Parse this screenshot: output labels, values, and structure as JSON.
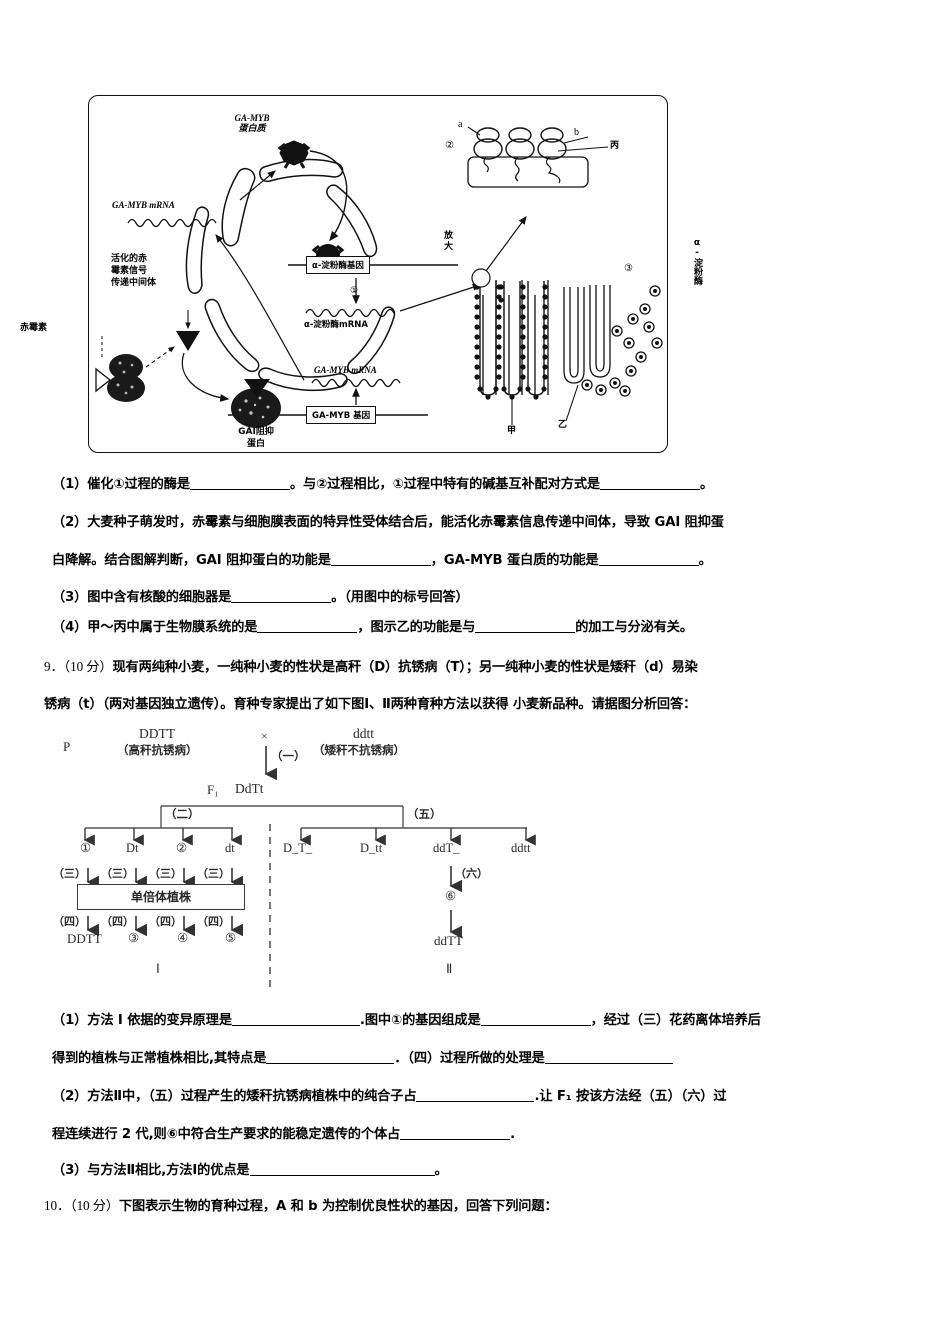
{
  "cell_diagram": {
    "caption_labels": {
      "ga_myb_protein": "GA-MYB\n蛋白质",
      "ga_myb_mrna_upper": "GA-MYB mRNA",
      "activated_ga_signal": "活化的赤\n霉素信号\n传递中间体",
      "gibberellin": "赤霉素",
      "gai_repressor": "GAI阻抑\n蛋白",
      "ga_myb_mrna_lower": "GA-MYB mRNA",
      "alpha_amylase_gene": "α-淀粉酶基因",
      "alpha_amylase_mrna": "α-淀粉酶mRNA",
      "ga_myb_gene": "GA-MYB 基因",
      "magnify": "放\n大",
      "jia": "甲",
      "yi": "乙",
      "bing": "丙",
      "marker_a": "a",
      "marker_b": "b",
      "marker_1": "①",
      "marker_2": "②",
      "marker_3": "③",
      "alpha_amylase_vertical": "α-淀粉酶"
    }
  },
  "questions": [
    {
      "id": "q8-1",
      "lines": [
        "（1）催化①过程的酶是____________。与②过程相比，①过程中特有的碱基互补配对方式是____________。"
      ]
    },
    {
      "id": "q8-2",
      "lines": [
        "（2）大麦种子萌发时，赤霉素与细胞膜表面的特异性受体结合后，能活化赤霉素信息传递中间体，导致 GAI 阻抑蛋",
        "白降解。结合图解判断，GAI 阻抑蛋白的功能是____________，GA-MYB 蛋白质的功能是____________。"
      ]
    },
    {
      "id": "q8-3",
      "lines": [
        "（3）图中含有核酸的细胞器是____________。（用图中的标号回答）"
      ]
    },
    {
      "id": "q8-4",
      "lines": [
        "（4）甲～丙中属于生物膜系统的是____________，图示乙的功能是与____________的加工与分泌有关。"
      ]
    }
  ],
  "text": {
    "q8_1_a": "（1）催化①过程的酶是",
    "q8_1_b": "。与②过程相比，①过程中特有的碱基互补配对方式是",
    "q8_1_c": "。",
    "q8_2_l1": "（2）大麦种子萌发时，赤霉素与细胞膜表面的特异性受体结合后，能活化赤霉素信息传递中间体，导致 GAI 阻抑蛋",
    "q8_2_l2a": "白降解。结合图解判断，GAI 阻抑蛋白的功能是",
    "q8_2_l2b": "，GA-MYB 蛋白质的功能是",
    "q8_2_l2c": "。",
    "q8_3_a": "（3）图中含有核酸的细胞器是",
    "q8_3_b": "。（用图中的标号回答）",
    "q8_4_a": "（4）甲～丙中属于生物膜系统的是",
    "q8_4_b": "，图示乙的功能是与",
    "q8_4_c": "的加工与分泌有关。",
    "q9_num": "9．",
    "q9_score": "（10 分）",
    "q9_l1": "现有两纯种小麦，一纯种小麦的性状是高秆（D）抗锈病（T）；另一纯种小麦的性状是矮秆（d）易染",
    "q9_l2": "锈病（t）（两对基因独立遗传）。育种专家提出了如下图Ⅰ、Ⅱ两种育种方法以获得 小麦新品种。请据图分析回答：",
    "q9_1_a": "（1）方法 I 依据的变异原理是",
    "q9_1_b": ".图中①的基因组成是",
    "q9_1_c": "，经过（三）花药离体培养后",
    "q9_1_l2a": "得到的植株与正常植株相比,其特点是",
    "q9_1_l2b": "．（四）过程所做的处理是",
    "q9_2_a": "（2）方法Ⅱ中，（五）过程产生的矮秆抗锈病植株中的纯合子占",
    "q9_2_b": ".让 F₁ 按该方法经（五）（六）过",
    "q9_2_l2a": "程连续进行 2 代,则⑥中符合生产要求的能稳定遗传的个体占",
    "q9_2_l2b": ".",
    "q9_3_a": "（3）与方法Ⅱ相比,方法Ⅰ的优点是",
    "q9_3_b": "。",
    "q10_num": "10．",
    "q10_score": "（10 分）",
    "q10_l1": "下图表示生物的育种过程，A 和 b 为控制优良性状的基因，回答下列问题："
  },
  "genetics_diagram": {
    "p_label": "P",
    "parent_left_geno": "DDTT",
    "parent_left_pheno": "（高秆抗锈病）",
    "cross_symbol": "×",
    "step_one": "（一）",
    "parent_right_geno": "ddtt",
    "parent_right_pheno": "（矮秆不抗锈病）",
    "f1_label": "F₁",
    "f1_geno": "DdTt",
    "step_two": "（二）",
    "step_five": "（五）",
    "method1_gametes": [
      "①",
      "Dt",
      "②",
      "dt"
    ],
    "step_three_labels": [
      "（三）",
      "（三）",
      "（三）",
      "（三）"
    ],
    "haploid_box": "单倍体植株",
    "step_four_labels": [
      "（四）",
      "（四）",
      "（四）",
      "（四）"
    ],
    "method1_results": [
      "DDTT",
      "③",
      "④",
      "⑤"
    ],
    "method1_name": "Ⅰ",
    "method2_offspring": [
      "D_T_",
      "D_tt",
      "ddT_",
      "ddtt"
    ],
    "step_six": "（六）",
    "step_six_result": "⑥",
    "method2_final": "ddTT",
    "method2_name": "Ⅱ"
  }
}
